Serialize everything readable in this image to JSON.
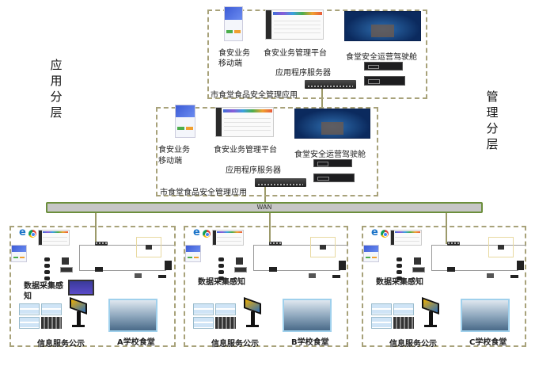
{
  "side_labels": {
    "left": "应用分层",
    "right": "管理分层"
  },
  "city_apps": [
    {
      "mobile_label_1": "食安业务",
      "mobile_label_2": "移动端",
      "platform_label": "食安业务管理平台",
      "cockpit_label": "食堂安全运营驾驶舱",
      "server_label": "应用程序服务器",
      "box_label": "市食堂食品安全管理应用"
    },
    {
      "mobile_label_1": "食安业务",
      "mobile_label_2": "移动端",
      "platform_label": "食安业务管理平台",
      "cockpit_label": "食堂安全运营驾驶舱",
      "server_label": "应用程序服务器",
      "box_label": "市食堂食品安全管理应用"
    }
  ],
  "wan_label": "WAN",
  "schools": [
    {
      "id": "a",
      "data_label": "数据采集感\n知",
      "info_label": "信息服务公示",
      "name": "A学校食堂",
      "browser_icons": "e"
    },
    {
      "id": "b",
      "data_label": "数据采集感知",
      "info_label": "信息服务公示",
      "name": "B学校食堂",
      "browser_icons": "e"
    },
    {
      "id": "c",
      "data_label": "数据采集感知",
      "info_label": "信息服务公示",
      "name": "C学校食堂",
      "browser_icons": "e"
    }
  ]
}
